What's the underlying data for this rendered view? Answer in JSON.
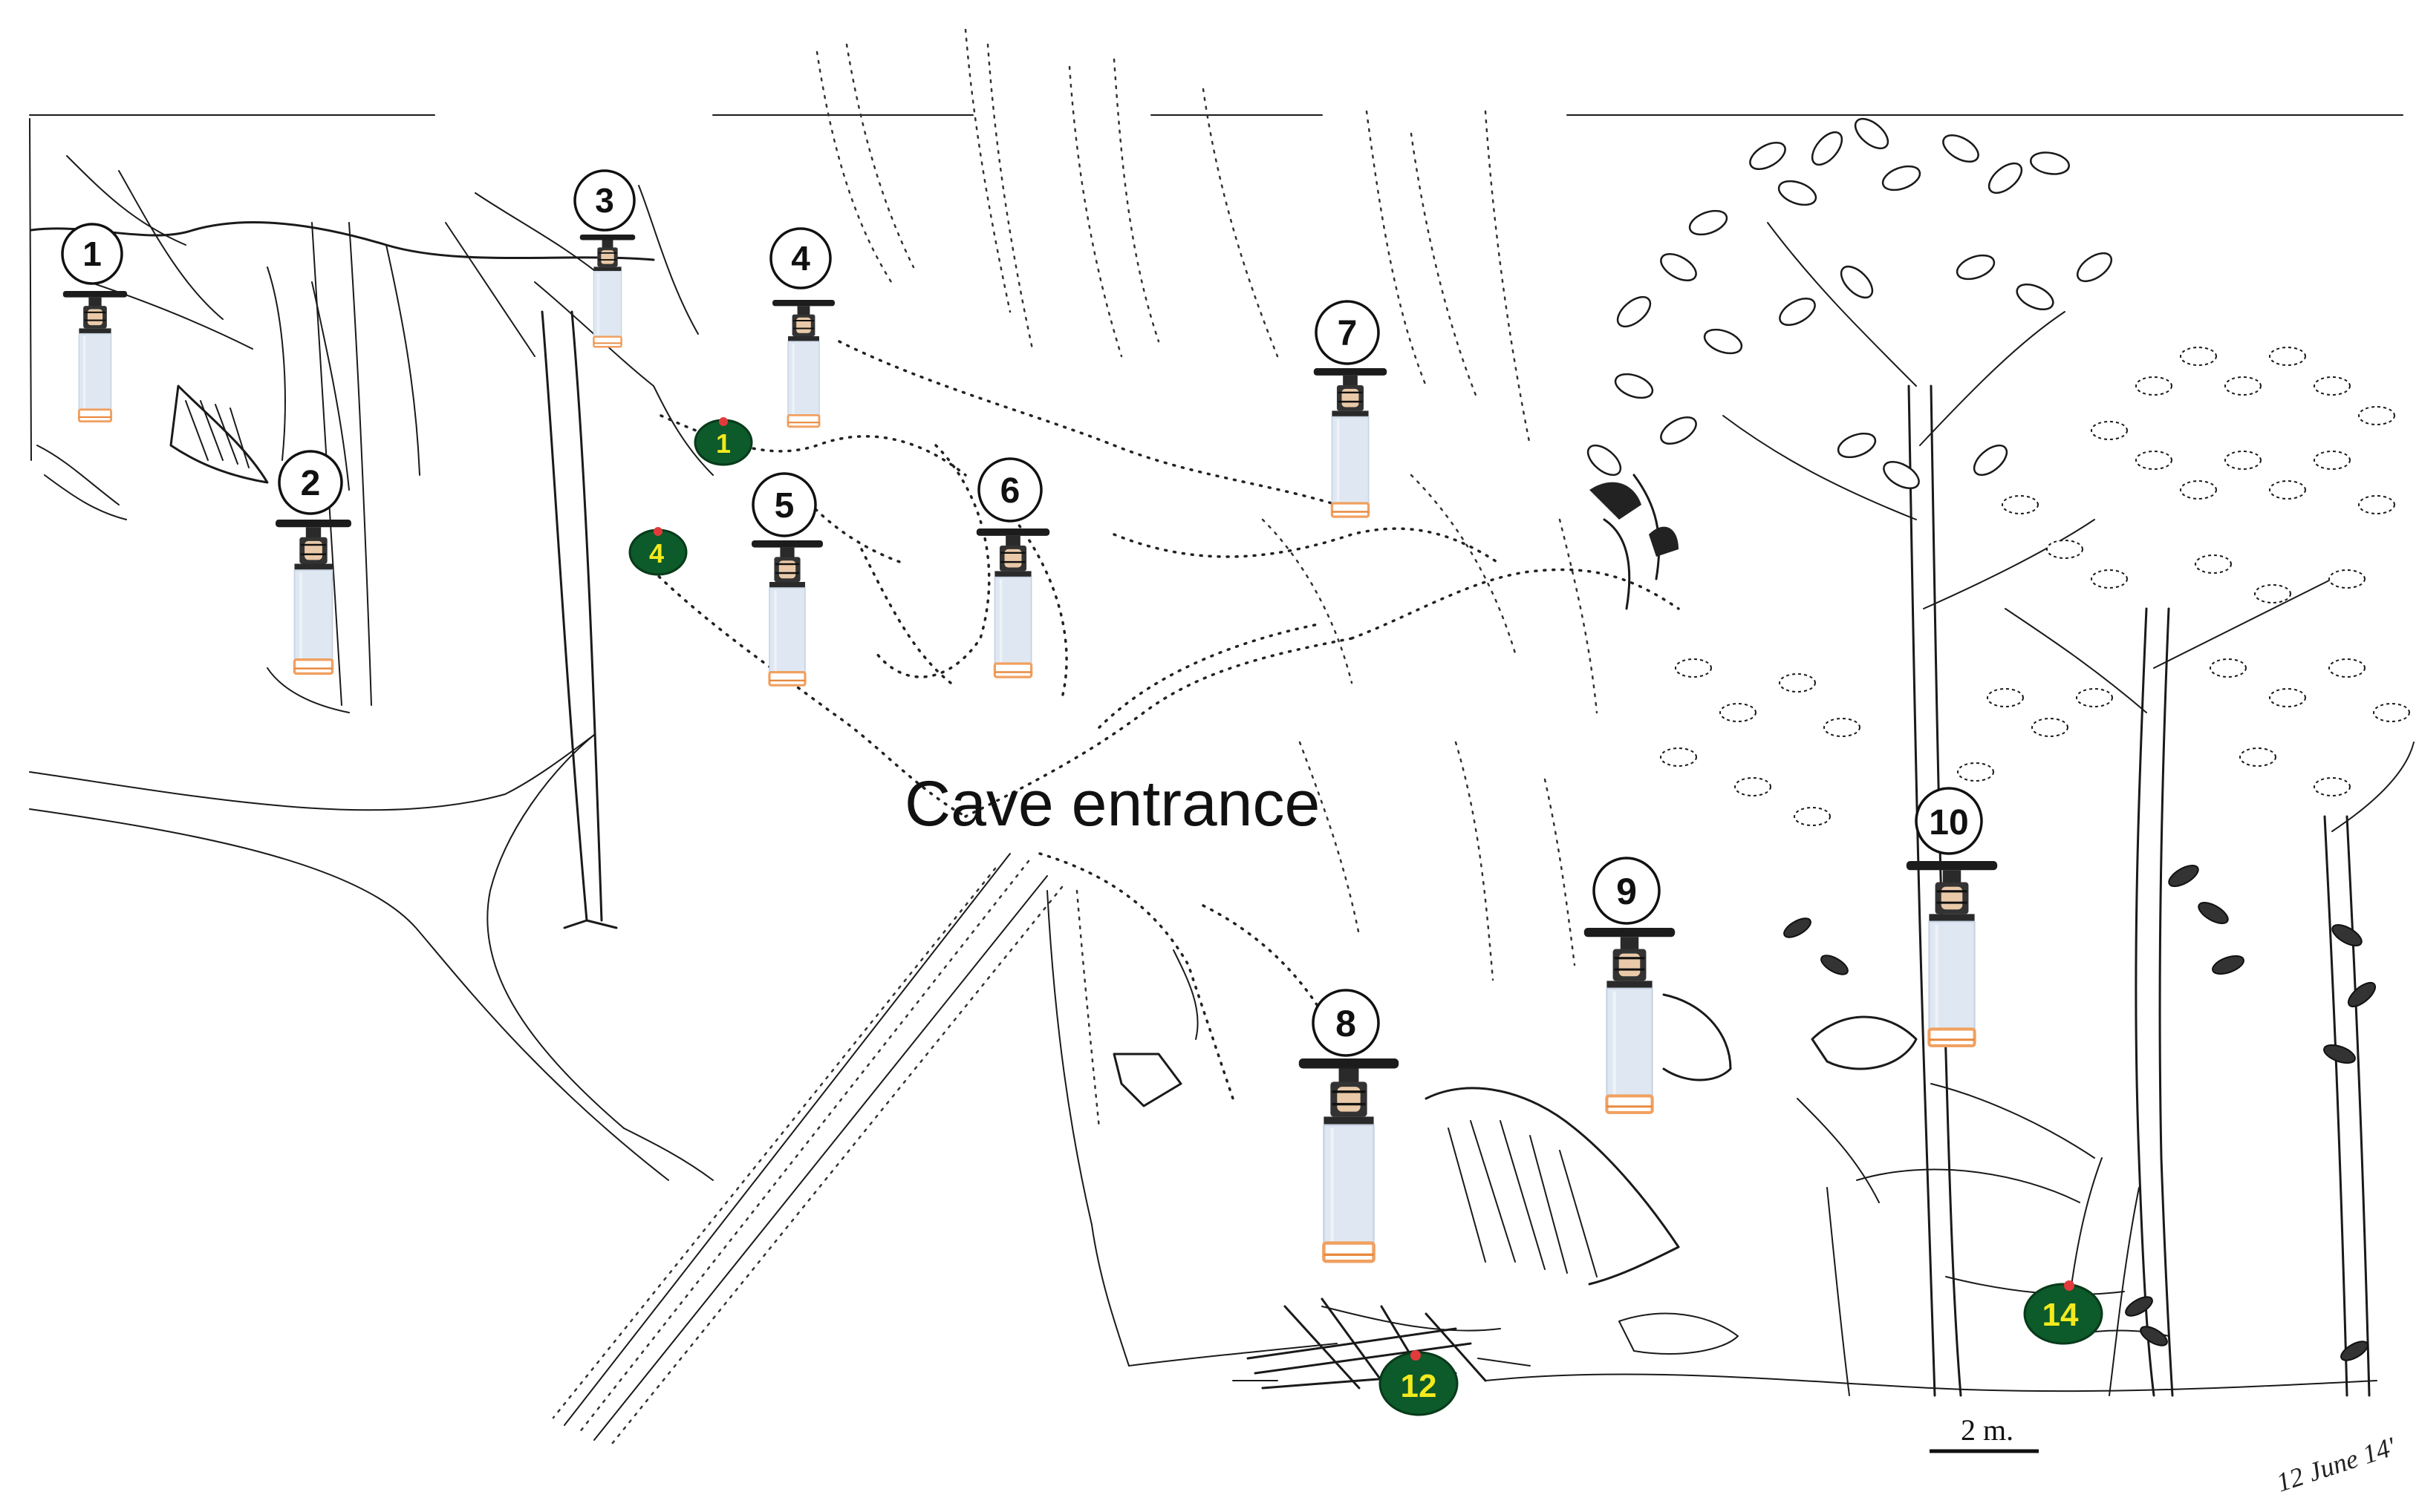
{
  "diagram": {
    "cave_label": "Cave entrance",
    "scale_label": "2 m.",
    "date_label": "12 June 14'",
    "colors": {
      "trap_mesh": "#dfe8f2",
      "trap_cap": "#1c1c1c",
      "trap_collector": "#f0a060",
      "pod": "#0d5a2a",
      "pod_text": "#f2ea1d",
      "pod_light": "#e23a3a"
    },
    "light_traps": [
      {
        "label": "1",
        "icon": "light-trap-icon"
      },
      {
        "label": "2",
        "icon": "light-trap-icon"
      },
      {
        "label": "3",
        "icon": "light-trap-icon"
      },
      {
        "label": "4",
        "icon": "light-trap-icon"
      },
      {
        "label": "5",
        "icon": "light-trap-icon"
      },
      {
        "label": "6",
        "icon": "light-trap-icon"
      },
      {
        "label": "7",
        "icon": "light-trap-icon"
      },
      {
        "label": "8",
        "icon": "light-trap-icon"
      },
      {
        "label": "9",
        "icon": "light-trap-icon"
      },
      {
        "label": "10",
        "icon": "light-trap-icon"
      }
    ],
    "ground_traps": [
      {
        "label": "1",
        "icon": "ground-trap-icon"
      },
      {
        "label": "4",
        "icon": "ground-trap-icon"
      },
      {
        "label": "12",
        "icon": "ground-trap-icon"
      },
      {
        "label": "14",
        "icon": "ground-trap-icon"
      }
    ]
  }
}
